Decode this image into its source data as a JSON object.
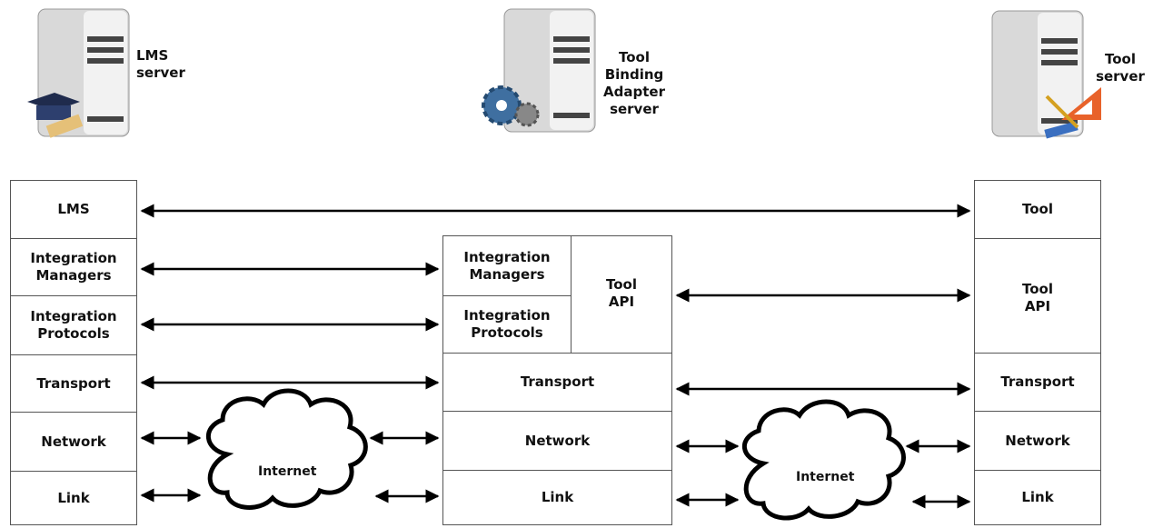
{
  "servers": {
    "lms": {
      "label": "LMS\nserver"
    },
    "adapter": {
      "label": "Tool\nBinding\nAdapter\nserver"
    },
    "tool": {
      "label": "Tool\nserver"
    }
  },
  "lms_stack": [
    "LMS",
    "Integration\nManagers",
    "Integration\nProtocols",
    "Transport",
    "Network",
    "Link"
  ],
  "adapter_stack": {
    "integration_managers": "Integration\nManagers",
    "integration_protocols": "Integration\nProtocols",
    "tool_api": "Tool\nAPI",
    "transport": "Transport",
    "network": "Network",
    "link": "Link"
  },
  "tool_stack": [
    "Tool",
    "Tool\nAPI",
    "Transport",
    "Network",
    "Link"
  ],
  "clouds": {
    "left": "Internet",
    "right": "Internet"
  },
  "colors": {
    "line": "#000000",
    "border": "#555555",
    "server_body": "#e6e6e6"
  }
}
